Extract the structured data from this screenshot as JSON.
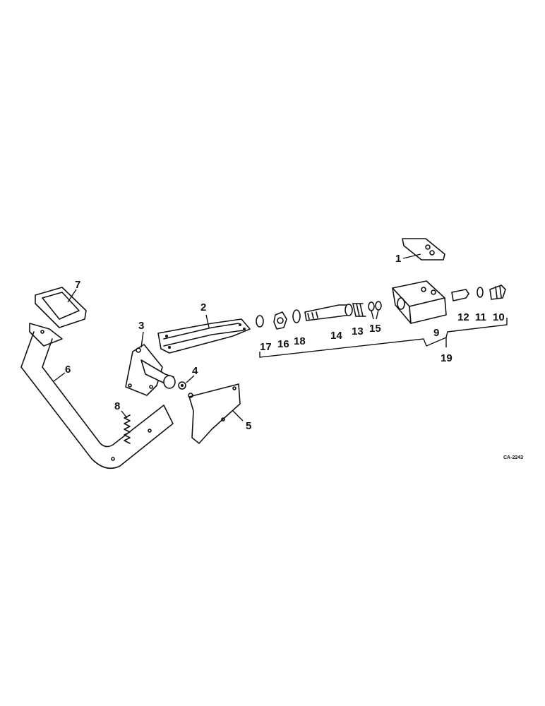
{
  "callouts": {
    "c1": "1",
    "c2": "2",
    "c3": "3",
    "c4": "4",
    "c5": "5",
    "c6": "6",
    "c7": "7",
    "c8": "8",
    "c9": "9",
    "c10": "10",
    "c11": "11",
    "c12": "12",
    "c13": "13",
    "c14": "14",
    "c15": "15",
    "c16": "16",
    "c17": "17",
    "c18": "18",
    "c19": "19"
  },
  "drawing_code": "CA-2243"
}
